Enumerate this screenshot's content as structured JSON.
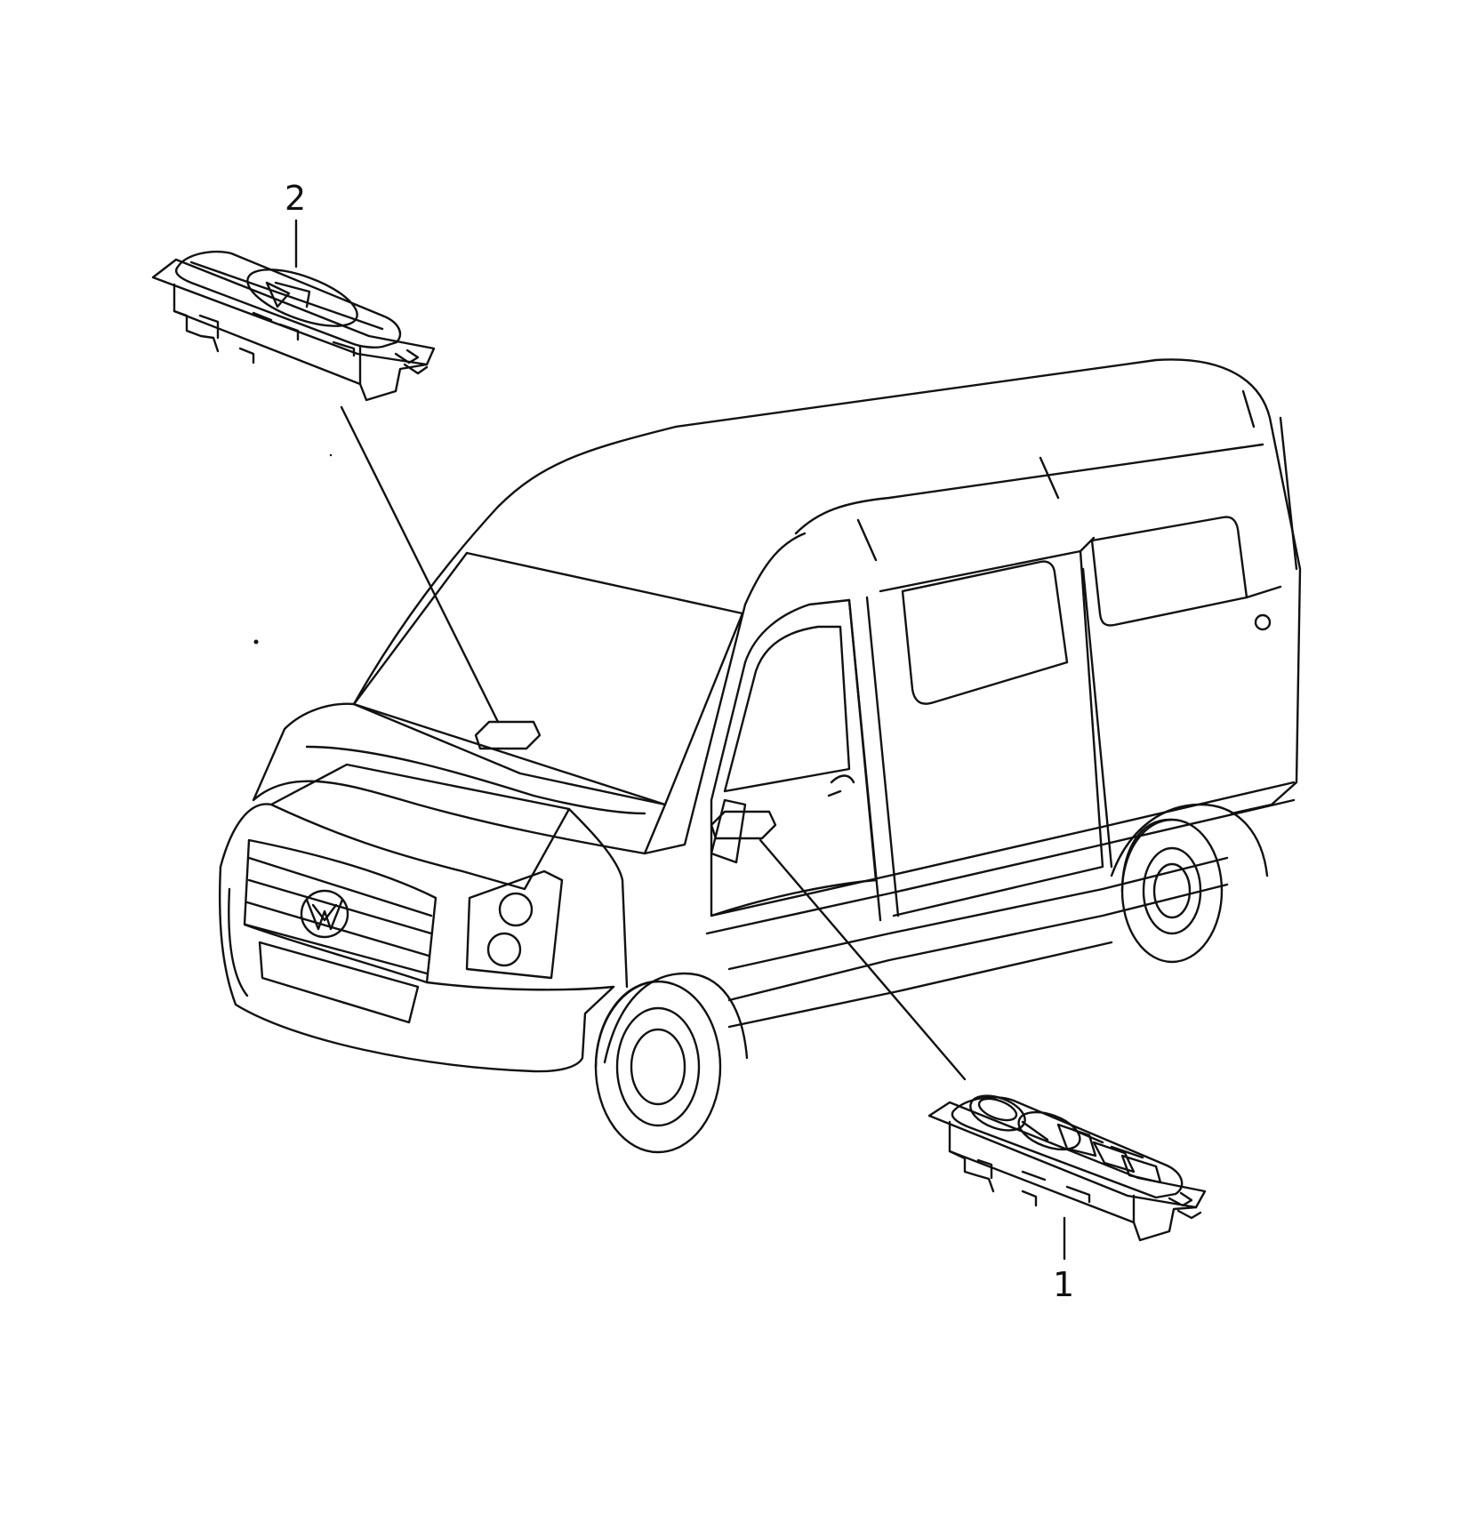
{
  "diagram": {
    "callouts": [
      {
        "id": "part-2",
        "label": "2"
      },
      {
        "id": "part-1",
        "label": "1"
      }
    ]
  },
  "colors": {
    "line": "#111111",
    "background": "#ffffff"
  }
}
